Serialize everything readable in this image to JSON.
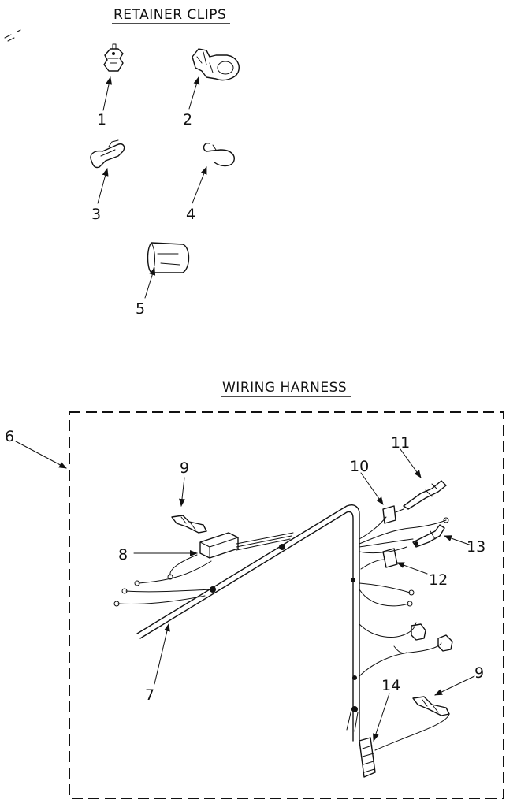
{
  "sections": {
    "retainer_clips": "RETAINER CLIPS",
    "wiring_harness": "WIRING HARNESS"
  },
  "callouts": {
    "c1": "1",
    "c2": "2",
    "c3": "3",
    "c4": "4",
    "c5": "5",
    "c6": "6",
    "c7": "7",
    "c8": "8",
    "c9a": "9",
    "c9b": "9",
    "c10": "10",
    "c11": "11",
    "c12": "12",
    "c13": "13",
    "c14": "14"
  }
}
